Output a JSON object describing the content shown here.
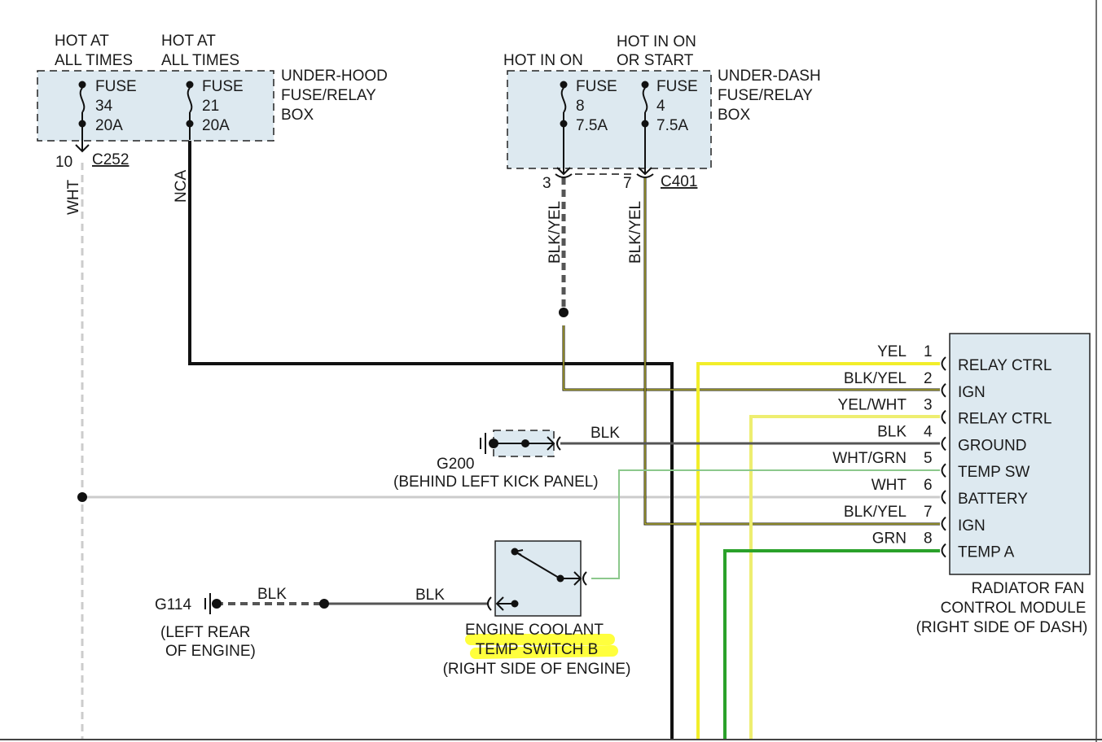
{
  "under_hood": {
    "hot1": [
      "HOT AT",
      "ALL TIMES"
    ],
    "hot2": [
      "HOT AT",
      "ALL TIMES"
    ],
    "fuse34": [
      "FUSE",
      "34",
      "20A"
    ],
    "fuse21": [
      "FUSE",
      "21",
      "20A"
    ],
    "box_label": [
      "UNDER-HOOD",
      "FUSE/RELAY",
      "BOX"
    ],
    "pin": "10",
    "connector": "C252",
    "wire_wht": "WHT",
    "wire_nca": "NCA"
  },
  "under_dash": {
    "hot1": "HOT IN ON",
    "hot2": [
      "HOT IN ON",
      "OR START"
    ],
    "fuse8": [
      "FUSE",
      "8",
      "7.5A"
    ],
    "fuse4": [
      "FUSE",
      "4",
      "7.5A"
    ],
    "box_label": [
      "UNDER-DASH",
      "FUSE/RELAY",
      "BOX"
    ],
    "pin3": "3",
    "pin7": "7",
    "connector": "C401",
    "wire1": "BLK/YEL",
    "wire2": "BLK/YEL"
  },
  "module": {
    "pins": [
      {
        "num": "1",
        "wire": "YEL",
        "label": "RELAY CTRL",
        "color": "#f2ee2a"
      },
      {
        "num": "2",
        "wire": "BLK/YEL",
        "label": "IGN",
        "color": "#8c8a3a"
      },
      {
        "num": "3",
        "wire": "YEL/WHT",
        "label": "RELAY CTRL",
        "color": "#eeee70"
      },
      {
        "num": "4",
        "wire": "BLK",
        "label": "GROUND",
        "color": "#555555"
      },
      {
        "num": "5",
        "wire": "WHT/GRN",
        "label": "TEMP SW",
        "color": "#8cc88c"
      },
      {
        "num": "6",
        "wire": "WHT",
        "label": "BATTERY",
        "color": "#cccccc"
      },
      {
        "num": "7",
        "wire": "BLK/YEL",
        "label": "IGN",
        "color": "#8c8a3a"
      },
      {
        "num": "8",
        "wire": "GRN",
        "label": "TEMP A",
        "color": "#2aa12a"
      }
    ],
    "name": [
      "RADIATOR FAN",
      "CONTROL MODULE",
      "(RIGHT SIDE OF DASH)"
    ]
  },
  "g200": {
    "id": "G200",
    "loc": "(BEHIND LEFT KICK PANEL)",
    "wire": "BLK"
  },
  "g114": {
    "id": "G114",
    "loc": [
      "(LEFT REAR",
      "OF ENGINE)"
    ],
    "wire1": "BLK",
    "wire2": "BLK"
  },
  "switch": {
    "name": [
      "ENGINE COOLANT",
      "TEMP SWITCH B",
      "(RIGHT SIDE OF ENGINE)"
    ]
  },
  "colors": {
    "black": "#111111",
    "gray": "#555555",
    "white_wire": "#cccccc",
    "yellow": "#f2ee2a",
    "green": "#2aa12a",
    "blk_yel": "#8c8a3a",
    "highlight": "#ffff33",
    "box_fill": "#dde9f0"
  }
}
